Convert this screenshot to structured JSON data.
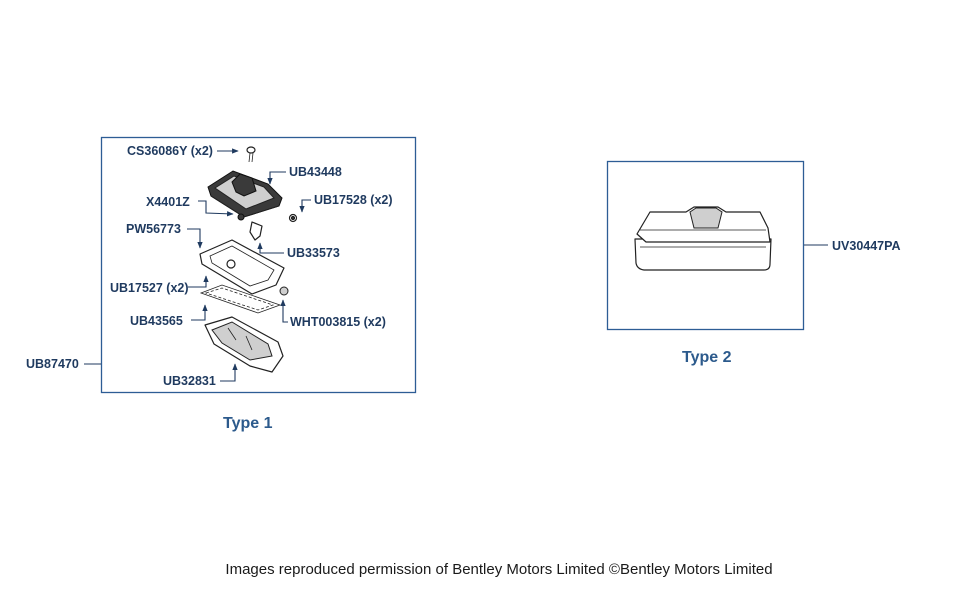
{
  "type1": {
    "caption": "Type 1",
    "labels": {
      "cs36086y": "CS36086Y (x2)",
      "ub43448": "UB43448",
      "x4401z": "X4401Z",
      "ub17528": "UB17528 (x2)",
      "pw56773": "PW56773",
      "ub33573": "UB33573",
      "ub17527": "UB17527 (x2)",
      "ub43565": "UB43565",
      "wht003815": "WHT003815 (x2)",
      "ub87470": "UB87470",
      "ub32831": "UB32831"
    }
  },
  "type2": {
    "caption": "Type 2",
    "labels": {
      "uv30447pa": "UV30447PA"
    }
  },
  "credit": "Images reproduced permission of Bentley Motors Limited ©Bentley Motors Limited",
  "colors": {
    "label": "#1f3a5f",
    "caption": "#2c5a8c",
    "frame": "#2d5d95"
  }
}
